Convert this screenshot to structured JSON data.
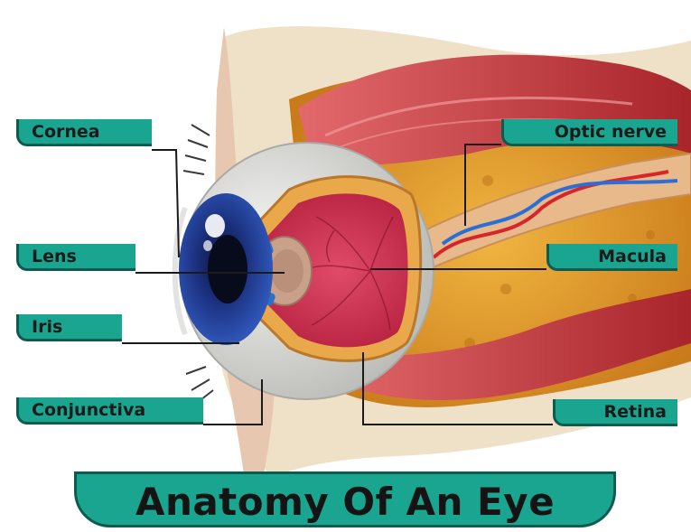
{
  "title": "Anatomy Of An Eye",
  "labels": {
    "cornea": "Cornea",
    "lens": "Lens",
    "iris": "Iris",
    "conjunctiva": "Conjunctiva",
    "optic_nerve": "Optic nerve",
    "macula": "Macula",
    "retina": "Retina"
  },
  "colors": {
    "label_fill": "#19a58f",
    "label_edge": "#0d5a4f",
    "sclera": "#e6e6e4",
    "iris": "#1f3f9a",
    "retina": "#d8345a",
    "muscle": "#c43a3e",
    "fat": "#e4a02e"
  }
}
